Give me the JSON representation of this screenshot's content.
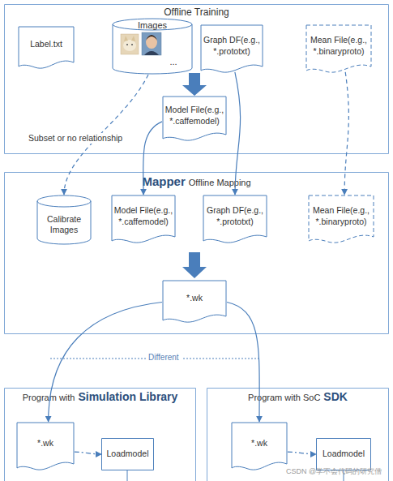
{
  "diagram": {
    "nodes": [
      {
        "text": [
          "Offline Training"
        ]
      },
      {
        "text": [
          "Label.txt"
        ],
        "in": 0
      },
      {
        "text": [
          "Images",
          "..."
        ],
        "in": 0
      },
      {
        "text": [
          "Graph DF(e.g., *.prototxt)"
        ],
        "in": 0
      },
      {
        "text": [
          "Mean File(e.g., *.binaryproto)"
        ],
        "in": 0
      },
      {
        "text": [
          "Model File(e.g., *.caffemodel)"
        ],
        "in": 0
      },
      {
        "text": [
          "Mapper",
          "Offline Mapping"
        ]
      },
      {
        "text": [
          "Calibrate Images"
        ],
        "in": 6
      },
      {
        "text": [
          "Model File(e.g., *.caffemodel)"
        ],
        "in": 6
      },
      {
        "text": [
          "Graph DF(e.g., *.prototxt)"
        ],
        "in": 6
      },
      {
        "text": [
          "Mean File(e.g., *.binaryproto)"
        ],
        "in": 6
      },
      {
        "text": [
          "*.wk"
        ],
        "in": 6
      },
      {
        "text": [
          "Program with",
          "Simulation Library"
        ]
      },
      {
        "text": [
          "*.wk"
        ],
        "in": 12
      },
      {
        "text": [
          "Loadmodel"
        ],
        "in": 12
      },
      {
        "text": [
          "Program with SoC",
          "SDK"
        ]
      },
      {
        "text": [
          "*.wk"
        ],
        "in": 15
      },
      {
        "text": [
          "Loadmodel"
        ],
        "in": 15
      }
    ],
    "edges": [
      {
        "from": 2,
        "to": 5,
        "arrow": "to"
      },
      {
        "from": 2,
        "to": 7,
        "label": "Subset or no relationship",
        "arrow": "to"
      },
      {
        "from": 5,
        "to": 8,
        "arrow": "to"
      },
      {
        "from": 3,
        "to": 9,
        "arrow": "to"
      },
      {
        "from": 4,
        "to": 10,
        "arrow": "to"
      },
      {
        "from": 11,
        "to": 13,
        "arrow": "to"
      },
      {
        "from": 11,
        "to": 16,
        "arrow": "to"
      },
      {
        "from": 13,
        "to": 14,
        "arrow": "to"
      },
      {
        "from": 16,
        "to": 17,
        "arrow": "to"
      }
    ],
    "labels": [
      "Different",
      "CSDN @学不会代码的研究僧"
    ]
  }
}
